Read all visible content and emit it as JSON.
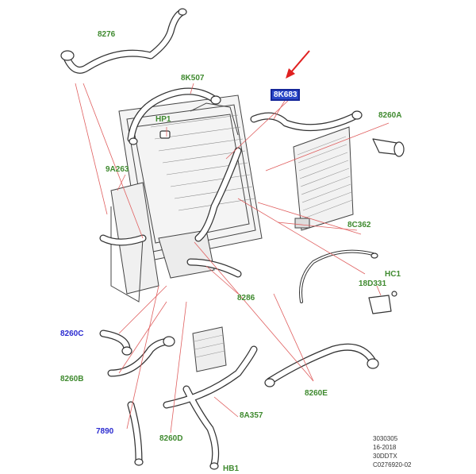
{
  "labels": {
    "l8276": "8276",
    "l8K507": "8K507",
    "l8K683": "8K683",
    "lHP1": "HP1",
    "l8260A": "8260A",
    "l9A263": "9A263",
    "l8C362": "8C362",
    "lHC1": "HC1",
    "l18D331": "18D331",
    "l8286": "8286",
    "l8260C": "8260C",
    "l8260B": "8260B",
    "l8260E": "8260E",
    "l8A357": "8A357",
    "l7890": "7890",
    "l8260D": "8260D",
    "lHB1": "HB1"
  },
  "reference": {
    "line1": "3030305",
    "line2": "16-2018",
    "line3": "30DDTX",
    "line4": "C0276920-02"
  },
  "colors": {
    "label_green": "#3f8a2f",
    "label_blue": "#2b2bd0",
    "highlight_bg": "#2a48c8",
    "leader_red": "#e06060",
    "arrow_red": "#e02020"
  }
}
